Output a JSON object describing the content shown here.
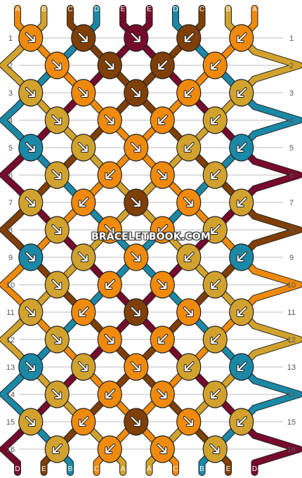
{
  "colors": {
    "A": "#f08a0c",
    "B": "#d2a22e",
    "C": "#7f3f06",
    "D": "#1b88a6",
    "E": "#760b2d",
    "grid": "#bbbbbb",
    "label": "#555555",
    "outline": "#222222",
    "letter": "#ffffff"
  },
  "top_order": [
    "A",
    "B",
    "C",
    "D",
    "E",
    "E",
    "D",
    "C",
    "B",
    "A"
  ],
  "bottom_order": [
    "D",
    "E",
    "B",
    "C",
    "A",
    "A",
    "C",
    "B",
    "E",
    "D"
  ],
  "row_labels": [
    "1",
    "2",
    "3",
    "4",
    "5",
    "6",
    "7",
    "8",
    "9",
    "10",
    "11",
    "12",
    "13",
    "14",
    "15",
    "16"
  ],
  "rows": [
    [
      {
        "c": "A",
        "d": "r"
      },
      {
        "c": "C",
        "d": "r"
      },
      {
        "c": "E",
        "d": "r"
      },
      {
        "c": "C",
        "d": "l"
      },
      {
        "c": "A",
        "d": "l"
      }
    ],
    [
      {
        "c": "A",
        "d": "r"
      },
      {
        "c": "C",
        "d": "r"
      },
      {
        "c": "C",
        "d": "l"
      },
      {
        "c": "A",
        "d": "l"
      }
    ],
    [
      {
        "c": "B",
        "d": "r"
      },
      {
        "c": "A",
        "d": "r"
      },
      {
        "c": "C",
        "d": "r"
      },
      {
        "c": "A",
        "d": "l"
      },
      {
        "c": "B",
        "d": "l"
      }
    ],
    [
      {
        "c": "B",
        "d": "r"
      },
      {
        "c": "A",
        "d": "r"
      },
      {
        "c": "A",
        "d": "l"
      },
      {
        "c": "B",
        "d": "l"
      }
    ],
    [
      {
        "c": "D",
        "d": "r"
      },
      {
        "c": "B",
        "d": "r"
      },
      {
        "c": "A",
        "d": "r"
      },
      {
        "c": "B",
        "d": "l"
      },
      {
        "c": "D",
        "d": "l"
      }
    ],
    [
      {
        "c": "B",
        "d": "r"
      },
      {
        "c": "A",
        "d": "l"
      },
      {
        "c": "A",
        "d": "r"
      },
      {
        "c": "B",
        "d": "l"
      }
    ],
    [
      {
        "c": "B",
        "d": "r"
      },
      {
        "c": "A",
        "d": "l"
      },
      {
        "c": "C",
        "d": "r"
      },
      {
        "c": "A",
        "d": "r"
      },
      {
        "c": "B",
        "d": "l"
      }
    ],
    [
      {
        "c": "B",
        "d": "r"
      },
      {
        "c": "A",
        "d": "r"
      },
      {
        "c": "A",
        "d": "l"
      },
      {
        "c": "B",
        "d": "l"
      }
    ],
    [
      {
        "c": "D",
        "d": "r"
      },
      {
        "c": "B",
        "d": "r"
      },
      {
        "c": "A",
        "d": "r"
      },
      {
        "c": "B",
        "d": "l"
      },
      {
        "c": "D",
        "d": "l"
      }
    ],
    [
      {
        "c": "B",
        "d": "r"
      },
      {
        "c": "A",
        "d": "l"
      },
      {
        "c": "A",
        "d": "r"
      },
      {
        "c": "B",
        "d": "l"
      }
    ],
    [
      {
        "c": "B",
        "d": "r"
      },
      {
        "c": "A",
        "d": "l"
      },
      {
        "c": "C",
        "d": "r"
      },
      {
        "c": "A",
        "d": "r"
      },
      {
        "c": "B",
        "d": "l"
      }
    ],
    [
      {
        "c": "B",
        "d": "r"
      },
      {
        "c": "A",
        "d": "r"
      },
      {
        "c": "A",
        "d": "l"
      },
      {
        "c": "B",
        "d": "l"
      }
    ],
    [
      {
        "c": "D",
        "d": "r"
      },
      {
        "c": "B",
        "d": "r"
      },
      {
        "c": "A",
        "d": "r"
      },
      {
        "c": "B",
        "d": "l"
      },
      {
        "c": "D",
        "d": "l"
      }
    ],
    [
      {
        "c": "B",
        "d": "r"
      },
      {
        "c": "A",
        "d": "l"
      },
      {
        "c": "A",
        "d": "r"
      },
      {
        "c": "B",
        "d": "l"
      }
    ],
    [
      {
        "c": "B",
        "d": "r"
      },
      {
        "c": "A",
        "d": "l"
      },
      {
        "c": "C",
        "d": "r"
      },
      {
        "c": "A",
        "d": "r"
      },
      {
        "c": "B",
        "d": "l"
      }
    ],
    [
      {
        "c": "B",
        "d": "l"
      },
      {
        "c": "A",
        "d": "l"
      },
      {
        "c": "A",
        "d": "r"
      },
      {
        "c": "B",
        "d": "r"
      }
    ]
  ],
  "watermark": "BRACELETBOOK.COM"
}
